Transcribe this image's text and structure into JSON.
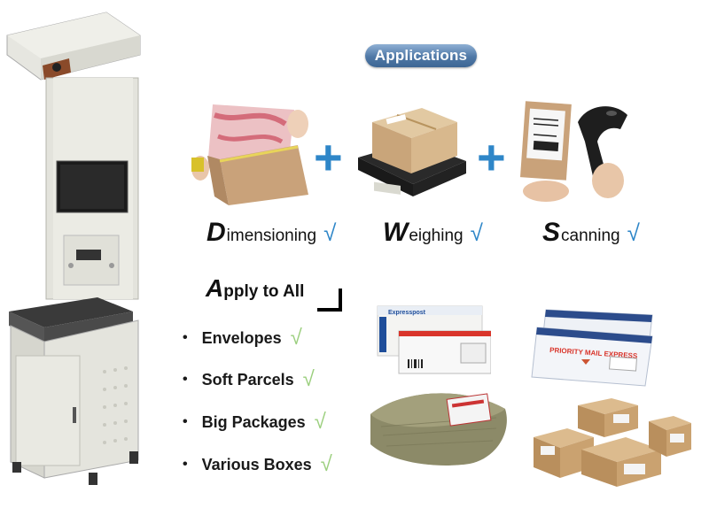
{
  "title": "Applications",
  "features": [
    {
      "cap": "D",
      "rest": "imensioning",
      "check": "√"
    },
    {
      "cap": "W",
      "rest": "eighing",
      "check": "√"
    },
    {
      "cap": "S",
      "rest": "canning",
      "check": "√"
    }
  ],
  "plus_symbol": "+",
  "apply": {
    "cap": "A",
    "rest": "pply to All"
  },
  "items": [
    {
      "bullet": "•",
      "label": "Envelopes",
      "check": "√"
    },
    {
      "bullet": "•",
      "label": "Soft Parcels",
      "check": "√"
    },
    {
      "bullet": "•",
      "label": "Big Packages",
      "check": "√"
    },
    {
      "bullet": "•",
      "label": "Various Boxes",
      "check": "√"
    }
  ],
  "colors": {
    "accent_blue": "#2e86c8",
    "check_green": "#9bcf7e",
    "pill": "#4f78a6"
  },
  "photo_labels": {
    "envelope_brand": "Expresspost",
    "mailer_text": "PRIORITY MAIL EXPRESS"
  }
}
